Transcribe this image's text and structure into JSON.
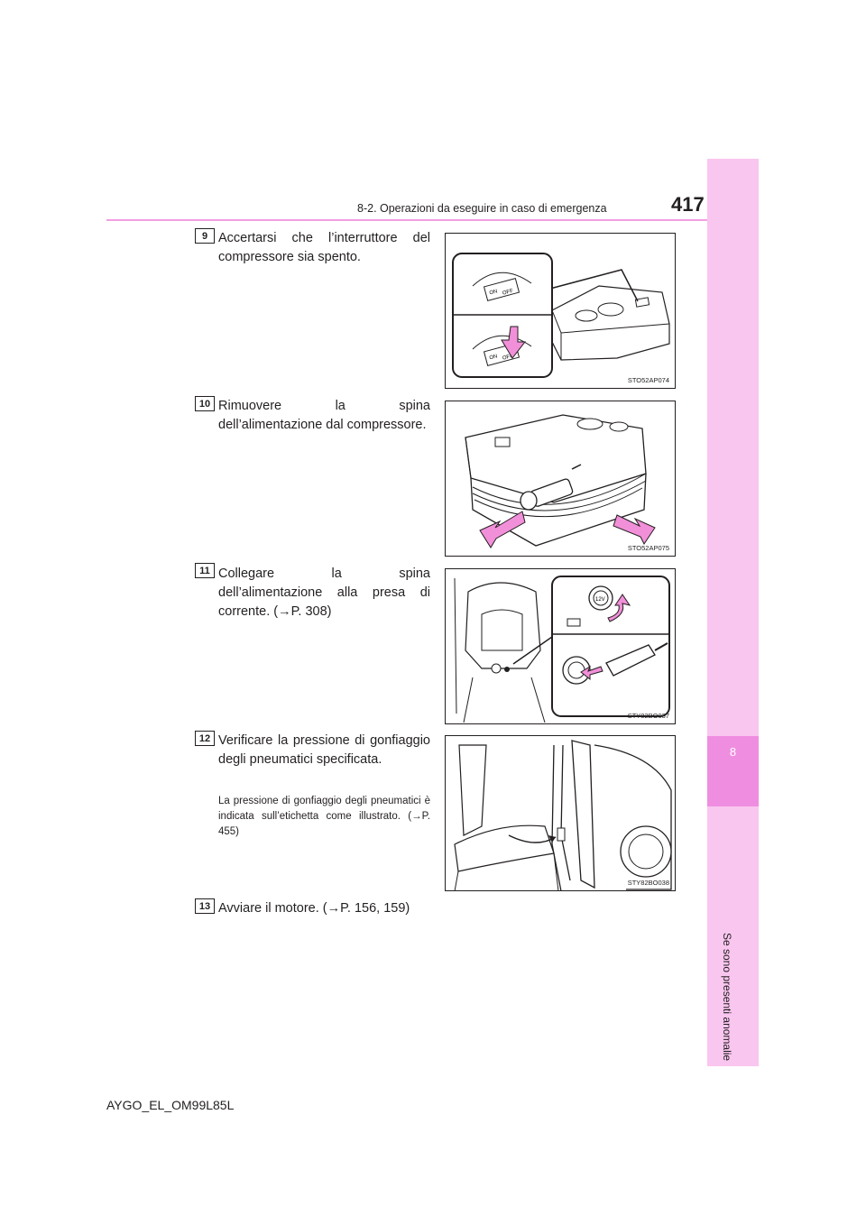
{
  "header": {
    "section": "8-2. Operazioni da eseguire in caso di emergenza",
    "page_number": "417"
  },
  "side_tab": {
    "chapter_number": "8",
    "chapter_title": "Se sono presenti anomalie"
  },
  "steps": [
    {
      "number": "9",
      "text": "Accertarsi che l’interruttore del compressore sia spento.",
      "figure_code": "STO52AP074"
    },
    {
      "number": "10",
      "text": "Rimuovere la spina dell’alimentazione dal compressore.",
      "figure_code": "STO52AP075"
    },
    {
      "number": "11",
      "text": "Collegare la spina dell’alimentazione alla presa di corrente. (→P. 308)",
      "figure_code": "STY82BO037"
    },
    {
      "number": "12",
      "text": "Verificare la pressione di gonfiaggio degli pneumatici specificata.",
      "note": "La pressione di gonfiaggio degli pneumatici è indicata sull’etichetta come illustrato. (→P. 455)",
      "figure_code": "STY82BO038"
    },
    {
      "number": "13",
      "text": "Avviare il motore. (→P. 156, 159)"
    }
  ],
  "figure_labels": {
    "switch_on": "ON",
    "switch_off": "OFF",
    "socket_voltage": "12V"
  },
  "footer": {
    "document_code": "AYGO_EL_OM99L85L"
  },
  "colors": {
    "tab_light": "#f9c6ef",
    "tab_dark": "#ef8ee0",
    "arrow_pink": "#f28fd9",
    "header_rule": "#f29fe2"
  }
}
